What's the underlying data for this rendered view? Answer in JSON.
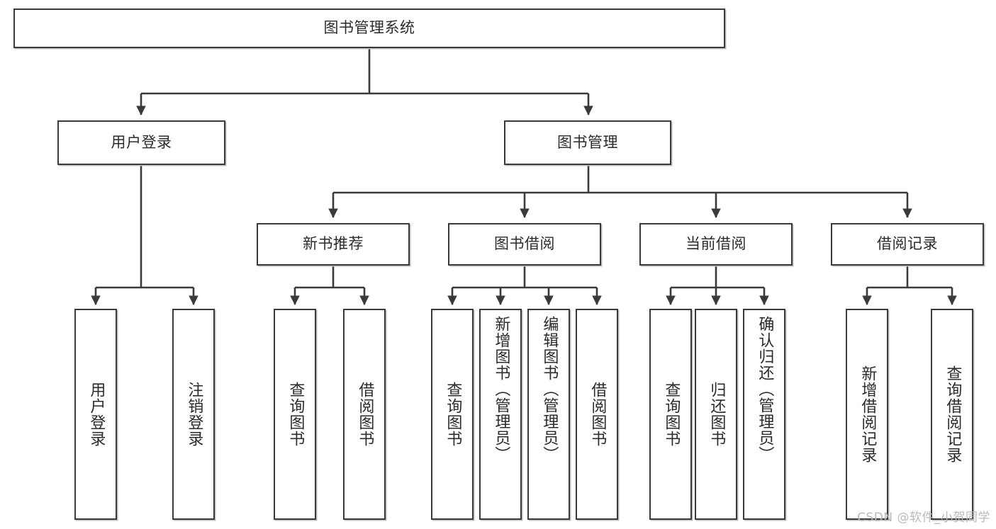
{
  "diagram": {
    "type": "tree",
    "title": "图书管理系统",
    "watermark": "CSDN @软件_小贺同学",
    "colors": {
      "stroke": "#3a3a3a",
      "box_fill": "#ffffff",
      "text": "#2b2b2b",
      "watermark": "#b9b9b9",
      "shadow": "#bdbdbd"
    },
    "levels": {
      "root": {
        "label": "图书管理系统"
      },
      "level2": [
        {
          "label": "用户登录"
        },
        {
          "label": "图书管理"
        }
      ],
      "level3": [
        {
          "label": "新书推荐"
        },
        {
          "label": "图书借阅"
        },
        {
          "label": "当前借阅"
        },
        {
          "label": "借阅记录"
        }
      ],
      "leaves": {
        "user_login": [
          {
            "label": "用户登录"
          },
          {
            "label": "注销登录"
          }
        ],
        "new_book_rec": [
          {
            "label": "查询图书"
          },
          {
            "label": "借阅图书"
          }
        ],
        "book_borrow": [
          {
            "label": "查询图书"
          },
          {
            "label": "新增图书（管理员）"
          },
          {
            "label": "编辑图书（管理员）"
          },
          {
            "label": "借阅图书"
          }
        ],
        "current_borrow": [
          {
            "label": "查询图书"
          },
          {
            "label": "归还图书"
          },
          {
            "label": "确认归还（管理员）"
          }
        ],
        "borrow_record": [
          {
            "label": "新增借阅记录"
          },
          {
            "label": "查询借阅记录"
          }
        ]
      }
    }
  }
}
